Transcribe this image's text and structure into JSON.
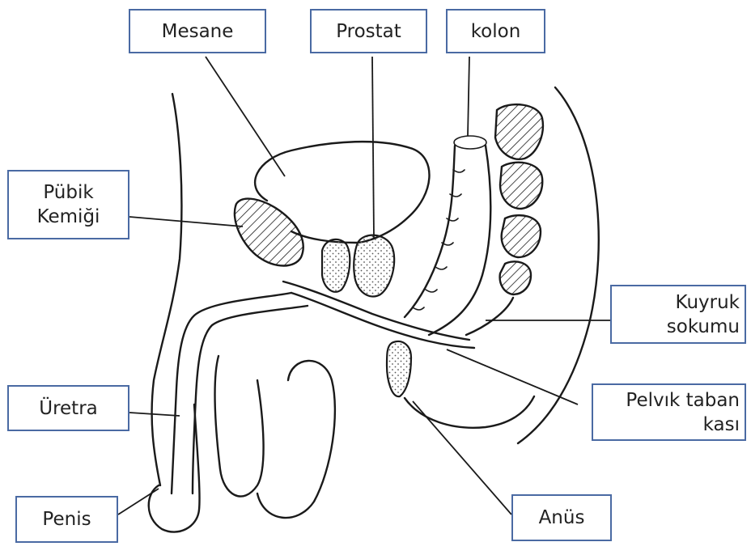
{
  "labels": {
    "mesane": "Mesane",
    "prostat": "Prostat",
    "kolon": "kolon",
    "pubik_line1": "Pübik",
    "pubik_line2": "Kemiği",
    "kuyruk_line1": "Kuyruk",
    "kuyruk_line2": "sokumu",
    "uretra": "Üretra",
    "pelvik_line1": "Pelvık taban",
    "pelvik_line2": "kası",
    "penis": "Penis",
    "anus": "Anüs"
  },
  "colors": {
    "label_border": "#4a6aa3",
    "ink": "#1a1a1a",
    "background": "#ffffff"
  }
}
